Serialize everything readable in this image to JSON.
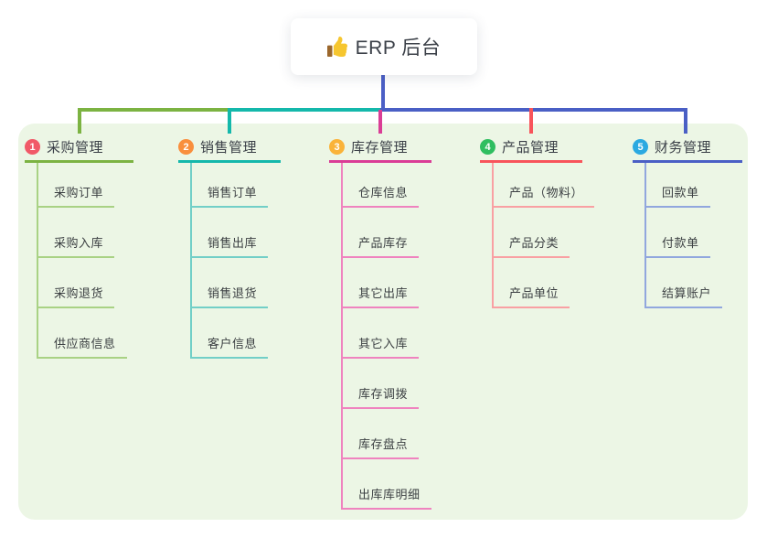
{
  "root": {
    "title": "ERP 后台",
    "icon": "thumbs-up-icon"
  },
  "colors": {
    "panel_bg": "#ECF6E5",
    "root_line": "#4B5FC6"
  },
  "branches": [
    {
      "number": "1",
      "label": "采购管理",
      "badge_color": "#F15968",
      "line_color": "#7CB342",
      "child_line_color": "#A9D284",
      "children": [
        "采购订单",
        "采购入库",
        "采购退货",
        "供应商信息"
      ]
    },
    {
      "number": "2",
      "label": "销售管理",
      "badge_color": "#F98F3D",
      "line_color": "#14B8AB",
      "child_line_color": "#72CFC7",
      "children": [
        "销售订单",
        "销售出库",
        "销售退货",
        "客户信息"
      ]
    },
    {
      "number": "3",
      "label": "库存管理",
      "badge_color": "#FAB33A",
      "line_color": "#DA3D96",
      "child_line_color": "#EF83BF",
      "children": [
        "仓库信息",
        "产品库存",
        "其它出库",
        "其它入库",
        "库存调拨",
        "库存盘点",
        "出库库明细"
      ]
    },
    {
      "number": "4",
      "label": "产品管理",
      "badge_color": "#2FBE60",
      "line_color": "#F8545B",
      "child_line_color": "#F9A0A3",
      "children": [
        "产品（物料）",
        "产品分类",
        "产品单位"
      ]
    },
    {
      "number": "5",
      "label": "财务管理",
      "badge_color": "#2BA9E1",
      "line_color": "#4A5FC5",
      "child_line_color": "#91A7DE",
      "children": [
        "回款单",
        "付款单",
        "结算账户"
      ]
    }
  ]
}
